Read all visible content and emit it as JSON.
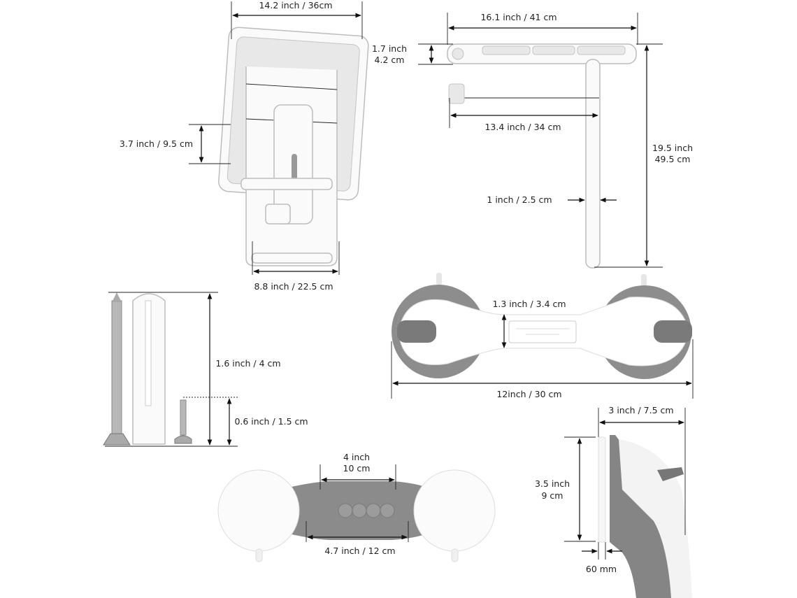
{
  "seat_front": {
    "width_label": "14.2 inch / 36cm",
    "seat_depth_label": "3.7 inch / 9.5 cm",
    "base_width_label": "8.8 inch / 22.5 cm"
  },
  "seat_side": {
    "length_label": "16.1 inch / 41 cm",
    "thickness_label_inch": "1.7 inch",
    "thickness_label_cm": "4.2 cm",
    "frame_length_label": "13.4 inch / 34 cm",
    "height_label_inch": "19.5 inch",
    "height_label_cm": "49.5 cm",
    "leg_width_label": "1 inch / 2.5 cm"
  },
  "hardware": {
    "anchor_length_label": "1.6 inch / 4 cm",
    "small_screw_label": "0.6 inch / 1.5 cm"
  },
  "grab_bar_top": {
    "grip_height_label": "1.3 inch / 3.4 cm",
    "total_length_label": "12inch / 30 cm"
  },
  "grab_bar_side": {
    "depth_label": "3 inch / 7.5 cm",
    "cup_label_inch": "3.5 inch",
    "cup_label_cm": "9 cm",
    "gap_label": "60 mm"
  },
  "grab_bar_bottom": {
    "grip_label_inch": "4 inch",
    "grip_label_cm": "10 cm",
    "handle_label": "4.7 inch / 12 cm"
  }
}
